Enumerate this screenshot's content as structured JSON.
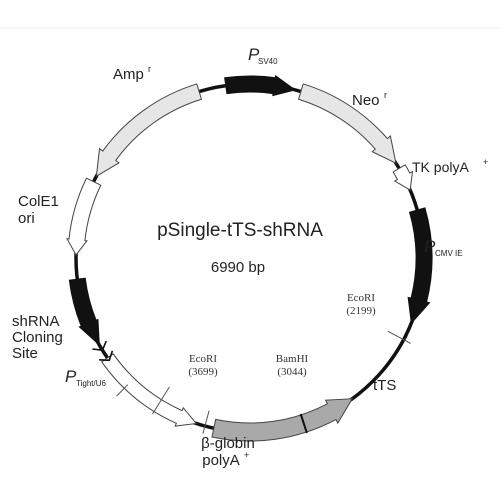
{
  "plasmid": {
    "name": "pSingle-tTS-shRNA",
    "size": "6990 bp"
  },
  "colors": {
    "backbone": "#111111",
    "promoter_fill": "#111111",
    "gene_fill": "#e6e6e6",
    "white_fill": "#ffffff",
    "tts_fill": "#a9a9a9",
    "outline": "#444444",
    "top_rule": "#e8e8e8"
  },
  "features": [
    {
      "id": "psv40",
      "label_main": "P",
      "label_sub": "SV40",
      "type": "promoter",
      "fill": "black",
      "strand": "cw"
    },
    {
      "id": "neo",
      "label_main": "Neo",
      "label_sup": "r",
      "type": "gene",
      "fill": "light",
      "strand": "cw"
    },
    {
      "id": "tkpolya",
      "label_main": "TK polyA",
      "label_sup": "+",
      "type": "terminator",
      "fill": "white",
      "strand": "cw"
    },
    {
      "id": "pcmv",
      "label_main": "P",
      "label_sub": "CMV IE",
      "type": "promoter",
      "fill": "black",
      "strand": "cw"
    },
    {
      "id": "tts",
      "label_main": "tTS",
      "type": "gene",
      "fill": "gray",
      "strand": "ccw"
    },
    {
      "id": "bglobin",
      "label_main": "β-globin",
      "label_line2": "polyA",
      "label_sup": "+",
      "type": "terminator",
      "fill": "white",
      "strand": "ccw"
    },
    {
      "id": "ptight",
      "label_main": "P",
      "label_sub": "Tight/U6",
      "type": "promoter",
      "fill": "black",
      "strand": "ccw"
    },
    {
      "id": "shrna",
      "label_lines": [
        "shRNA",
        "Cloning",
        "Site"
      ],
      "type": "site"
    },
    {
      "id": "cole1",
      "label_lines": [
        "ColE1",
        "ori"
      ],
      "type": "origin",
      "fill": "white"
    },
    {
      "id": "amp",
      "label_main": "Amp",
      "label_sup": "r",
      "type": "gene",
      "fill": "light",
      "strand": "ccw"
    }
  ],
  "sites": [
    {
      "id": "ecori_1",
      "name": "EcoRI",
      "position": "(2199)"
    },
    {
      "id": "bamhi",
      "name": "BamHI",
      "position": "(3044)"
    },
    {
      "id": "ecori_2",
      "name": "EcoRI",
      "position": "(3699)"
    }
  ]
}
